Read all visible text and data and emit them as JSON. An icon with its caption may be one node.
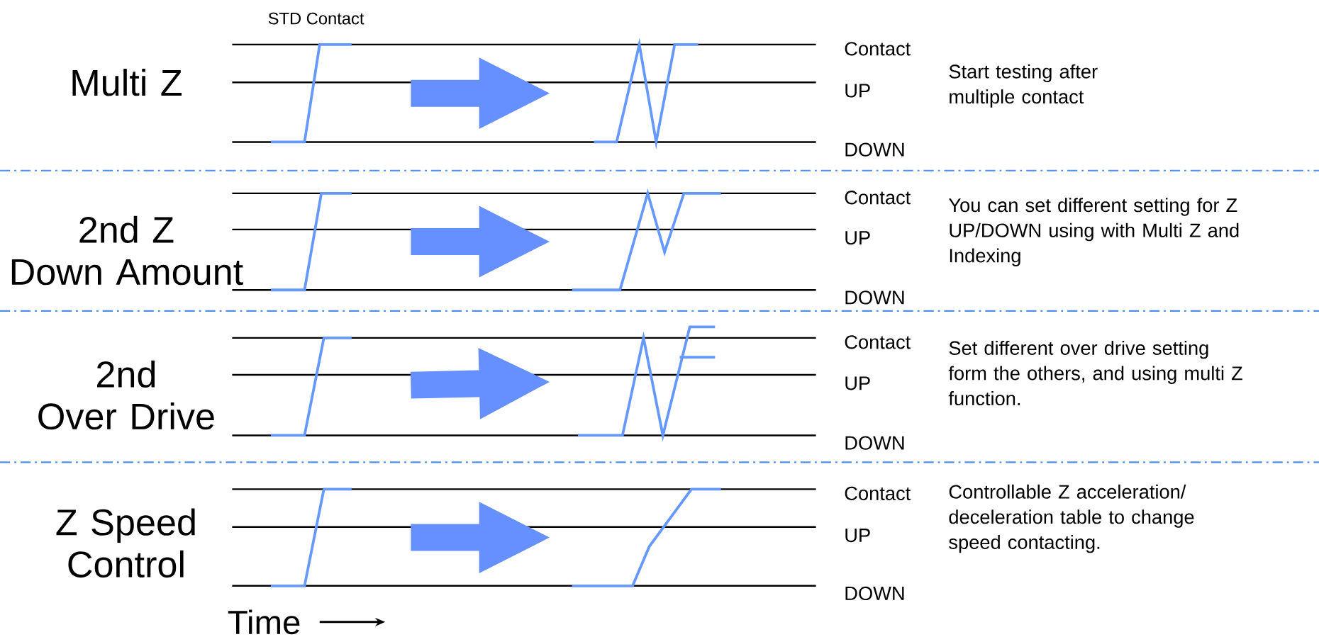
{
  "diagram": {
    "nodes": [
      {
        "text": [],
        "shape": "picture"
      },
      {
        "text": [],
        "shape": "picture"
      },
      {
        "text": [],
        "shape": "picture"
      },
      {
        "text": [],
        "shape": "picture"
      },
      {
        "text": [],
        "shape": "picture"
      },
      {
        "text": [],
        "shape": "picture"
      },
      {
        "text": [],
        "shape": "picture"
      },
      {
        "text": [],
        "shape": "picture"
      }
    ],
    "edges": [
      {
        "from": 0,
        "to": 1,
        "arrow": "to"
      },
      {
        "from": 2,
        "to": 3,
        "arrow": "to"
      },
      {
        "from": 4,
        "to": 5,
        "arrow": "to"
      },
      {
        "from": 6,
        "to": 7,
        "arrow": "to"
      }
    ],
    "labels": [
      "STD Contact",
      "Multi Z",
      "Contact",
      "UP",
      "DOWN",
      "Start testing after multiple contact",
      "2nd Z Down Amount",
      "Contact",
      "UP",
      "DOWN",
      "You can set different setting for Z UP/DOWN using with Multi Z and Indexing",
      "2nd Over Drive",
      "Contact",
      "UP",
      "DOWN",
      "Set different over drive setting form the others, and using multi Z function.",
      "Z Speed Control",
      "Contact",
      "UP",
      "DOWN",
      "Controllable Z acceleration/ deceleration table to change speed contacting.",
      "Time"
    ]
  }
}
